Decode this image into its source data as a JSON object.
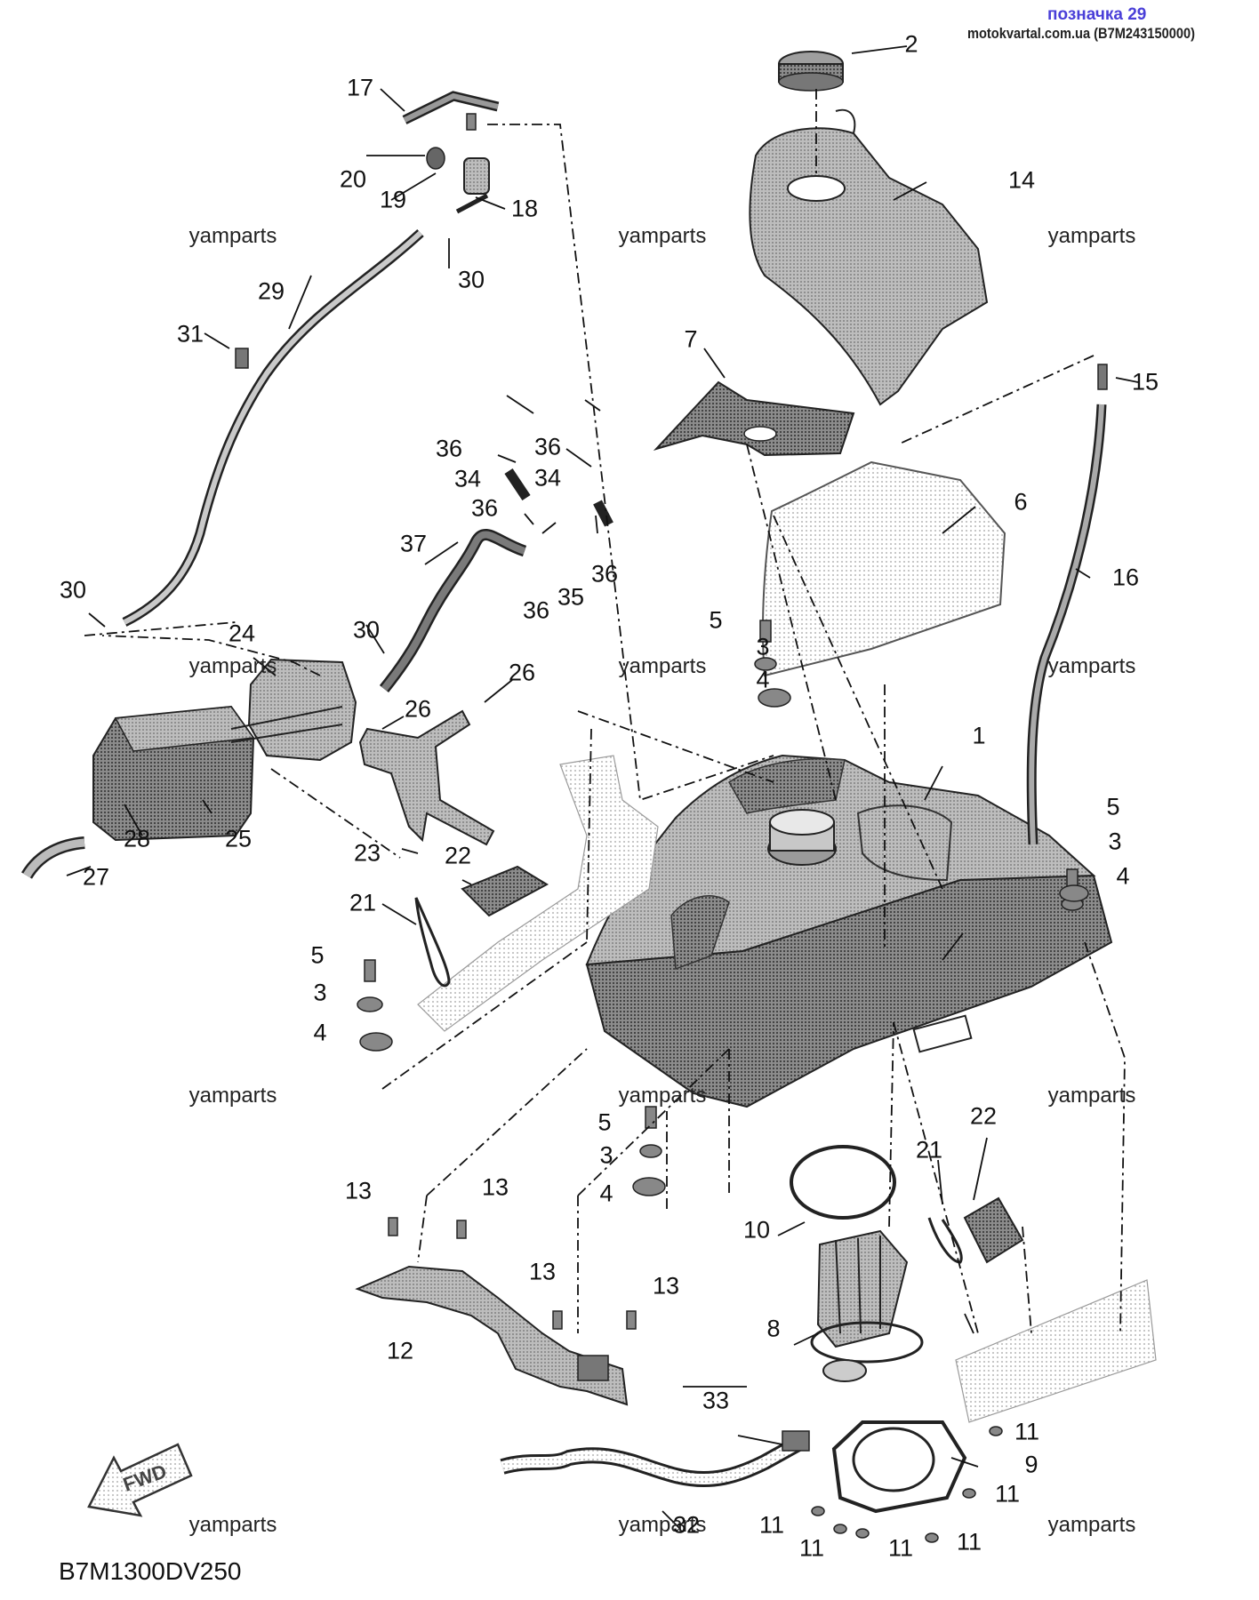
{
  "header": {
    "title": "позначка 29",
    "source": "motokvartal.com.ua (B7M243150000)"
  },
  "diagram_code": "B7M1300DV250",
  "fwd_label": "FWD",
  "watermark": "yamparts",
  "callouts": {
    "c1": "1",
    "c2": "2",
    "c3a": "3",
    "c3b": "3",
    "c3c": "3",
    "c3d": "3",
    "c4a": "4",
    "c4b": "4",
    "c4c": "4",
    "c4d": "4",
    "c5a": "5",
    "c5b": "5",
    "c5c": "5",
    "c5d": "5",
    "c6": "6",
    "c7": "7",
    "c8": "8",
    "c9": "9",
    "c10": "10",
    "c11a": "11",
    "c11b": "11",
    "c11c": "11",
    "c11d": "11",
    "c11e": "11",
    "c11f": "11",
    "c12": "12",
    "c13a": "13",
    "c13b": "13",
    "c13c": "13",
    "c13d": "13",
    "c14": "14",
    "c15": "15",
    "c16": "16",
    "c17": "17",
    "c18": "18",
    "c19": "19",
    "c20": "20",
    "c21a": "21",
    "c21b": "21",
    "c22a": "22",
    "c22b": "22",
    "c23": "23",
    "c24": "24",
    "c25": "25",
    "c26a": "26",
    "c26b": "26",
    "c27": "27",
    "c28": "28",
    "c29": "29",
    "c30a": "30",
    "c30b": "30",
    "c30c": "30",
    "c31": "31",
    "c32": "32",
    "c33": "33",
    "c34a": "34",
    "c34b": "34",
    "c35": "35",
    "c36a": "36",
    "c36b": "36",
    "c36c": "36",
    "c36d": "36",
    "c36e": "36",
    "c37": "37"
  }
}
